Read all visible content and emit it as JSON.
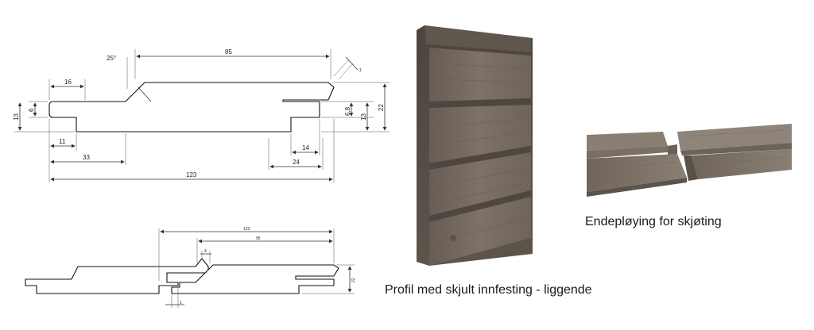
{
  "top_profile_dims": {
    "angle": "25°",
    "width_85": "85",
    "dim_16": "16",
    "dim_6": "6",
    "dim_13_left": "13",
    "dim_11": "11",
    "dim_33": "33",
    "dim_123": "123",
    "dim_14": "14",
    "dim_24": "24",
    "dim_6_8": "6,8",
    "dim_13_right": "13",
    "dim_22": "22",
    "dim_chamfer": "1"
  },
  "bottom_profile_dims": {
    "dim_123": "123",
    "dim_95": "95",
    "dim_4": "4",
    "dim_22": "22",
    "dim_1": "1"
  },
  "captions": {
    "profile": "Profil med skjult innfesting - liggende",
    "end": "Endepløying for skjøting"
  },
  "colors": {
    "wood_dark": "#6b6158",
    "wood_mid": "#7d7268",
    "wood_light": "#93887d",
    "line": "#222222"
  }
}
